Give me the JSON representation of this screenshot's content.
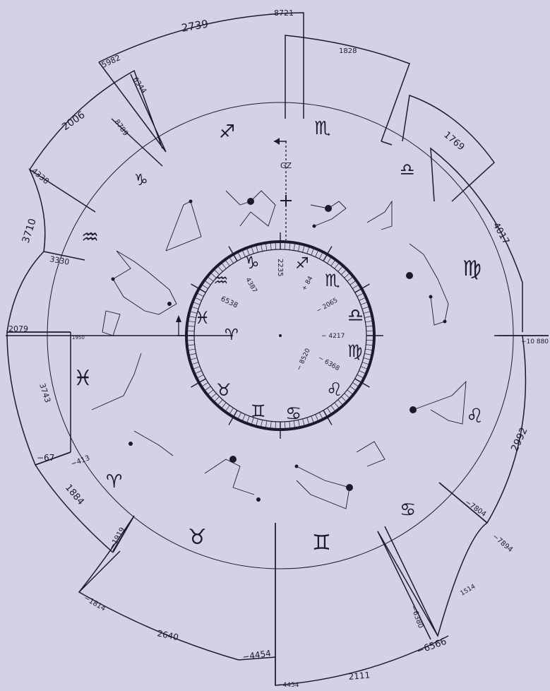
{
  "colors": {
    "background": "#d6d0e6",
    "ink": "#1a1a2a"
  },
  "outer_labels": {
    "t2739": "2739",
    "t8721": "8721",
    "t5982": "5982",
    "t6344": "6344",
    "t1828": "1828",
    "t2006": "2006",
    "t8789": "8789",
    "t1769": "1769",
    "t4338": "4338",
    "t4017": "4017",
    "t3710": "3710",
    "t3330": "3330",
    "t2079": "2079",
    "t1950": "1950",
    "t10880": "−10 880",
    "t3743": "3743",
    "t2992": "2992",
    "t67": "−67",
    "t413": "−413",
    "t1884": "1884",
    "t7804": "−7804",
    "t1919": "−1919",
    "t7894": "−7894",
    "t1814": "−1814",
    "t1514": "1514",
    "t6380": "−6380",
    "t2640": "2640",
    "t4454a": "−4454",
    "t6566": "−6566",
    "t4454b": "−4454",
    "t2111": "2111",
    "gz": "GZ"
  },
  "inner_labels": {
    "i2235": "2235",
    "i84": "+ 84",
    "i4387": "4387",
    "i2065": "− 2065",
    "i6538": "6538",
    "i4217": "− 4217",
    "i6368": "− 6368",
    "i8520": "− 8520"
  },
  "zodiac_inner": {
    "aries": "♈",
    "pisces": "♓",
    "aquarius": "♒",
    "capricorn": "♑",
    "sagittarius": "♐",
    "scorpio": "♏",
    "libra": "♎",
    "virgo": "♍",
    "leo": "♌",
    "cancer": "♋",
    "gemini": "♊",
    "taurus": "♉"
  },
  "zodiac_outer": {
    "sagittarius": "♐",
    "scorpio": "♏",
    "libra": "♎",
    "capricorn": "♑",
    "aquarius": "♒",
    "virgo": "♍",
    "pisces": "♓",
    "leo": "♌",
    "aries": "♈",
    "taurus": "♉",
    "gemini": "♊",
    "cancer": "♋"
  }
}
